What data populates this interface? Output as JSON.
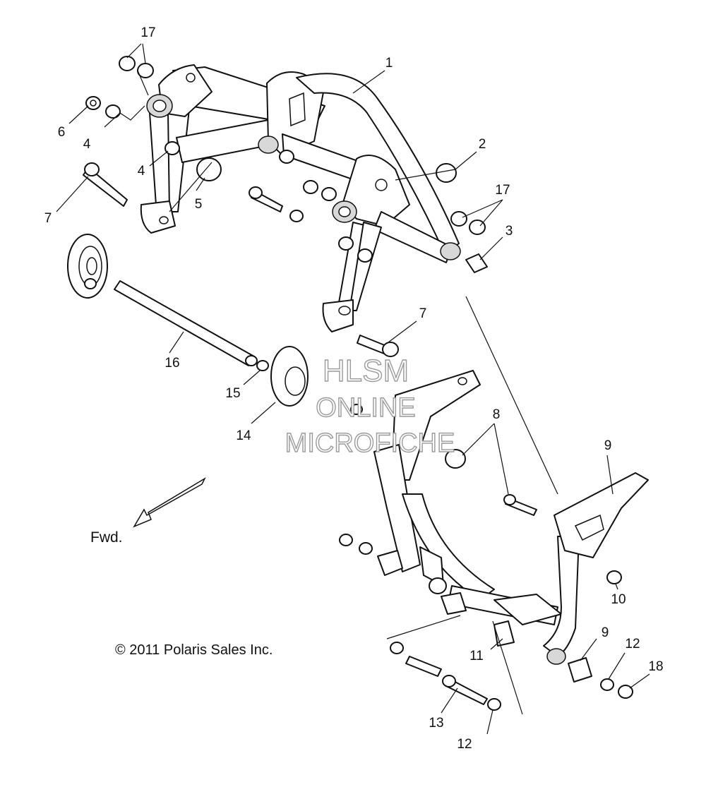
{
  "callouts": [
    {
      "id": "c1",
      "text": "1"
    },
    {
      "id": "c2",
      "text": "2"
    },
    {
      "id": "c3",
      "text": "3"
    },
    {
      "id": "c4a",
      "text": "4"
    },
    {
      "id": "c4b",
      "text": "4"
    },
    {
      "id": "c5",
      "text": "5"
    },
    {
      "id": "c6",
      "text": "6"
    },
    {
      "id": "c7a",
      "text": "7"
    },
    {
      "id": "c7b",
      "text": "7"
    },
    {
      "id": "c8",
      "text": "8"
    },
    {
      "id": "c9a",
      "text": "9"
    },
    {
      "id": "c9b",
      "text": "9"
    },
    {
      "id": "c10",
      "text": "10"
    },
    {
      "id": "c11",
      "text": "11"
    },
    {
      "id": "c12a",
      "text": "12"
    },
    {
      "id": "c12b",
      "text": "12"
    },
    {
      "id": "c13",
      "text": "13"
    },
    {
      "id": "c14",
      "text": "14"
    },
    {
      "id": "c15",
      "text": "15"
    },
    {
      "id": "c16",
      "text": "16"
    },
    {
      "id": "c17a",
      "text": "17"
    },
    {
      "id": "c17b",
      "text": "17"
    },
    {
      "id": "c18",
      "text": "18"
    }
  ],
  "direction_label": "Fwd.",
  "copyright": "© 2011 Polaris Sales Inc.",
  "watermark": {
    "line1": "HLSM",
    "line2": "ONLINE",
    "line3": "MICROFICHE"
  }
}
